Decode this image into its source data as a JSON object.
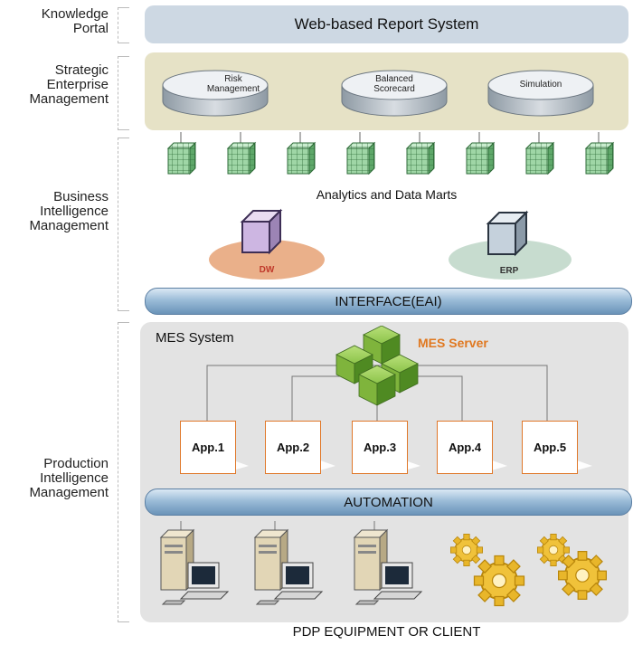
{
  "layers": {
    "knowledge_portal": "Knowledge\nPortal",
    "strategic": "Strategic\nEnterprise\nManagement",
    "business": "Business\nIntelligence\nManagement",
    "production": "Production\nIntelligence\nManagement"
  },
  "portal": {
    "title": "Web-based Report System"
  },
  "sem": {
    "modules": [
      {
        "label": "Risk\nManagement"
      },
      {
        "label": "Balanced\nScorecard"
      },
      {
        "label": "Simulation"
      }
    ]
  },
  "bi": {
    "analytics_label": "Analytics and Data Marts",
    "dw_label": "DW",
    "erp_label": "ERP"
  },
  "interface": {
    "label": "INTERFACE(EAI)"
  },
  "mes": {
    "title": "MES System",
    "server_label": "MES Server",
    "apps": [
      "App.1",
      "App.2",
      "App.3",
      "App.4",
      "App.5"
    ]
  },
  "automation": {
    "label": "AUTOMATION"
  },
  "footer": {
    "label": "PDP EQUIPMENT OR CLIENT"
  },
  "colors": {
    "portal_bg": "#cdd8e3",
    "sem_bg": "#e6e2c6",
    "cube_green": "#3f8a4a",
    "dw_ellipse": "#eab08a",
    "erp_ellipse": "#c7dccf",
    "app_border": "#e0782a",
    "mes_server_text": "#e07820",
    "gear": "#e8b62a"
  }
}
